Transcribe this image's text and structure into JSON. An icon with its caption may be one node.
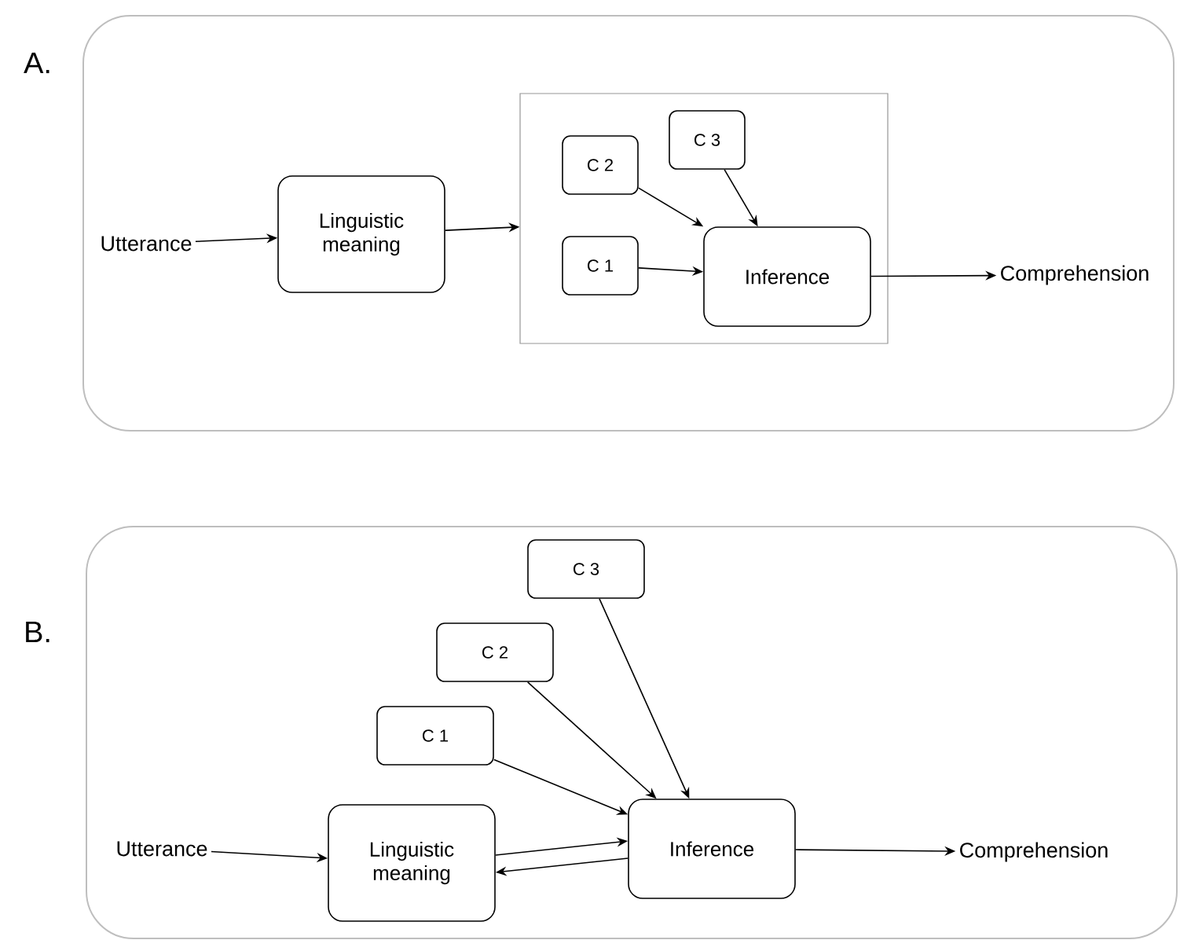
{
  "diagram": {
    "nodes": [
      {
        "text": [
          "A."
        ]
      },
      {
        "text": [
          "Utterance"
        ],
        "in": 0
      },
      {
        "text": [
          "Linguistic meaning"
        ],
        "in": 0
      },
      {
        "text": [],
        "shape": "box",
        "in": 0
      },
      {
        "text": [
          "C 2"
        ],
        "in": 3
      },
      {
        "text": [
          "C 3"
        ],
        "in": 3
      },
      {
        "text": [
          "C 1"
        ],
        "in": 3
      },
      {
        "text": [
          "Inference"
        ],
        "in": 3
      },
      {
        "text": [
          "Comprehension"
        ],
        "in": 0
      },
      {
        "text": [
          "B."
        ]
      },
      {
        "text": [
          "C 3"
        ],
        "in": 9
      },
      {
        "text": [
          "C 2"
        ],
        "in": 9
      },
      {
        "text": [
          "C 1"
        ],
        "in": 9
      },
      {
        "text": [
          "Utterance"
        ],
        "in": 9
      },
      {
        "text": [
          "Linguistic meaning"
        ],
        "in": 9
      },
      {
        "text": [
          "Inference"
        ],
        "in": 9
      },
      {
        "text": [
          "Comprehension"
        ],
        "in": 9
      }
    ],
    "edges": [
      {
        "from": 1,
        "to": 2,
        "arrow": "to"
      },
      {
        "from": 2,
        "to": 3,
        "arrow": "to"
      },
      {
        "from": 4,
        "to": 7,
        "arrow": "to"
      },
      {
        "from": 5,
        "to": 7,
        "arrow": "to"
      },
      {
        "from": 6,
        "to": 7,
        "arrow": "to"
      },
      {
        "from": 7,
        "to": 8,
        "arrow": "to"
      },
      {
        "from": 13,
        "to": 14,
        "arrow": "to"
      },
      {
        "from": 14,
        "to": 15,
        "arrow": "to"
      },
      {
        "from": 15,
        "to": 14,
        "arrow": "to"
      },
      {
        "from": 12,
        "to": 15,
        "arrow": "to"
      },
      {
        "from": 11,
        "to": 15,
        "arrow": "to"
      },
      {
        "from": 10,
        "to": 15,
        "arrow": "to"
      },
      {
        "from": 15,
        "to": 16,
        "arrow": "to"
      }
    ]
  }
}
